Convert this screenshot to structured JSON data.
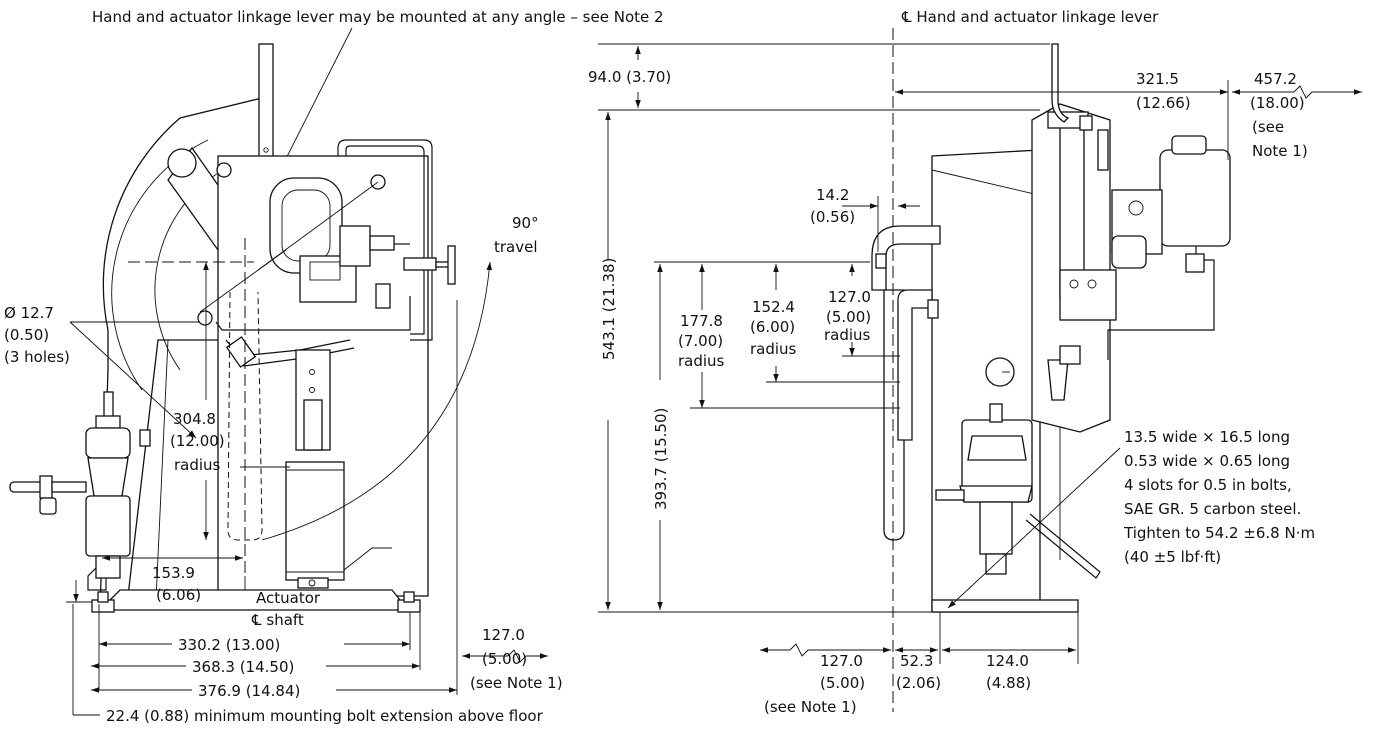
{
  "notes": {
    "lever_angle": "Hand and actuator linkage lever may be mounted at any angle – see Note 2",
    "lever_centerline": "℄ Hand and actuator linkage lever",
    "bolt_extension": "22.4 (0.88) minimum mounting bolt extension above floor",
    "slots": [
      "13.5 wide × 16.5 long",
      "0.53 wide × 0.65 long",
      "4 slots for 0.5 in bolts,",
      "SAE GR. 5 carbon steel.",
      "Tighten to 54.2 ±6.8 N·m",
      "(40 ±5 lbf·ft)"
    ]
  },
  "front_view": {
    "travel": [
      "90°",
      "travel"
    ],
    "holes": [
      "Ø 12.7",
      "(0.50)",
      "(3 holes)"
    ],
    "radius": [
      "304.8",
      "(12.00)",
      "radius"
    ],
    "dim_153": [
      "153.9",
      "(6.06)"
    ],
    "actuator_shaft": [
      "Actuator",
      "℄ shaft"
    ],
    "dim_330": "330.2 (13.00)",
    "dim_368": "368.3 (14.50)",
    "dim_376": "376.9 (14.84)",
    "dim_127": [
      "127.0",
      "(5.00)",
      "(see Note 1)"
    ]
  },
  "side_view": {
    "dim_94": "94.0 (3.70)",
    "dim_543": "543.1 (21.38)",
    "dim_393": "393.7 (15.50)",
    "dim_321": [
      "321.5",
      "(12.66)"
    ],
    "dim_457": [
      "457.2",
      "(18.00)",
      "(see",
      "Note 1)"
    ],
    "dim_14": [
      "14.2",
      "(0.56)"
    ],
    "radius_177": [
      "177.8",
      "(7.00)",
      "radius"
    ],
    "radius_152": [
      "152.4",
      "(6.00)",
      "radius"
    ],
    "radius_127": [
      "127.0",
      "(5.00)",
      "radius"
    ],
    "dim_127_bottom": [
      "127.0",
      "(5.00)",
      "(see Note 1)"
    ],
    "dim_52": [
      "52.3",
      "(2.06)"
    ],
    "dim_124": [
      "124.0",
      "(4.88)"
    ]
  }
}
